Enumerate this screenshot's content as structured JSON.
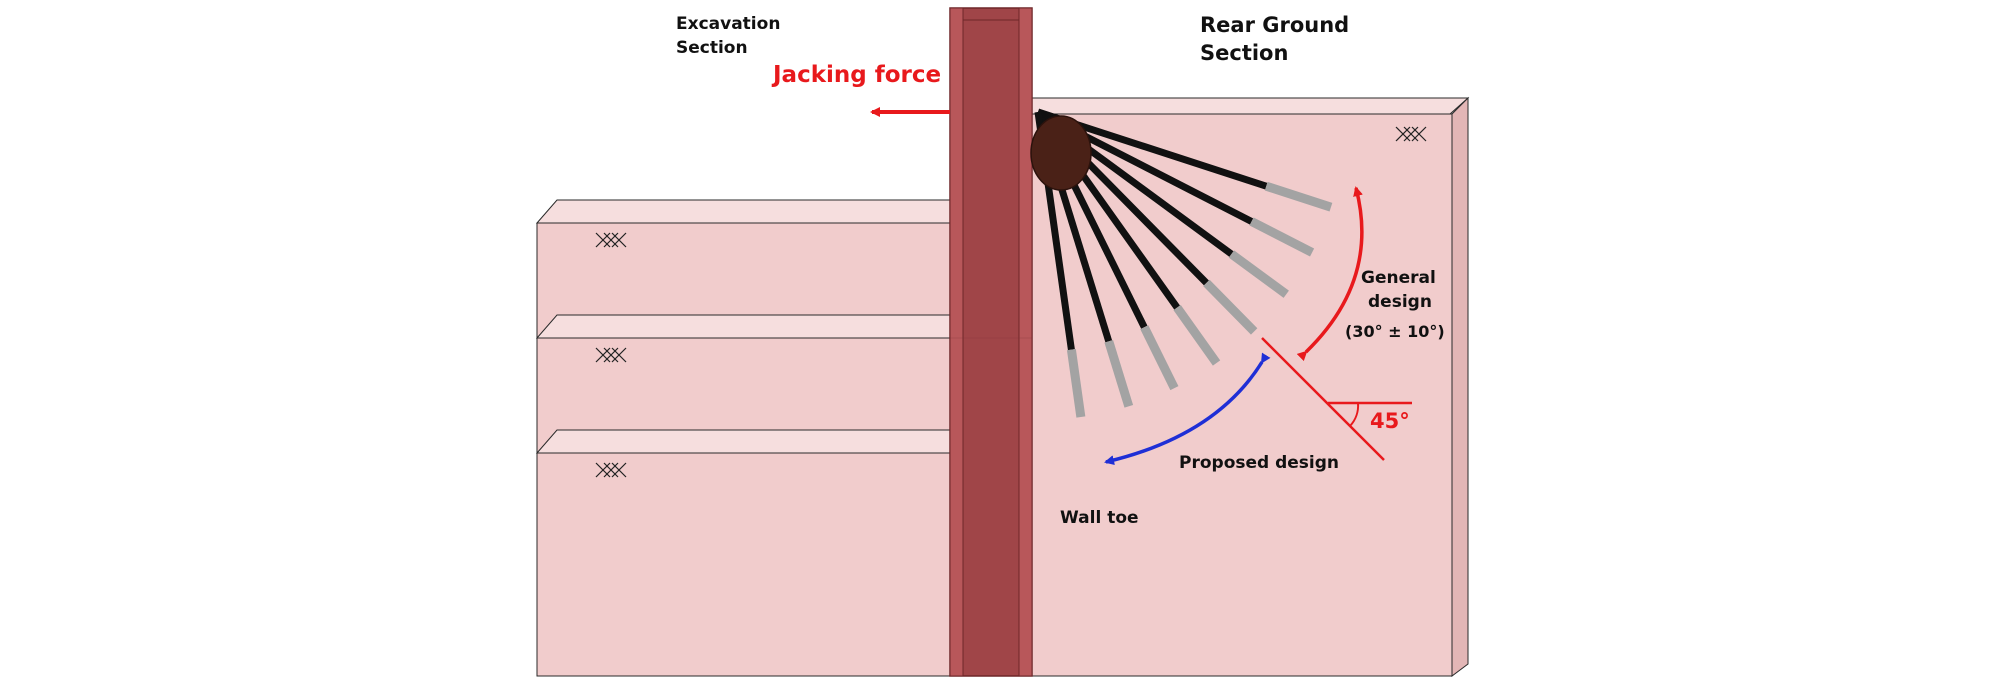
{
  "labels": {
    "excavation_section_line1": "Excavation",
    "excavation_section_line2": "Section",
    "rear_ground_section_line1": "Rear Ground",
    "rear_ground_section_line2": "Section",
    "jacking_force": "Jacking force",
    "general_design_line1": "General",
    "general_design_line2": "design",
    "general_design_range": "(30° ± 10°)",
    "angle_45": "45°",
    "proposed_design": "Proposed design",
    "wall_toe": "Wall toe"
  },
  "anchor_count": 8,
  "colors": {
    "background": "#ffffff",
    "soil_fill": "#f1cccc",
    "soil_top": "#f6dede",
    "soil_side": "#e3b6b6",
    "soil_outline": "#2a2a2a",
    "steel_pile": "#a04548",
    "steel_pile_edge": "#6e2729",
    "waler": "#4a2117",
    "tendon": "#111111",
    "grout_body": "#a3a3a3",
    "force_red": "#e8191c",
    "proposed_blue": "#1f2fd6"
  },
  "icons": [
    "hatch-mark-icon",
    "arrowhead-icon"
  ]
}
